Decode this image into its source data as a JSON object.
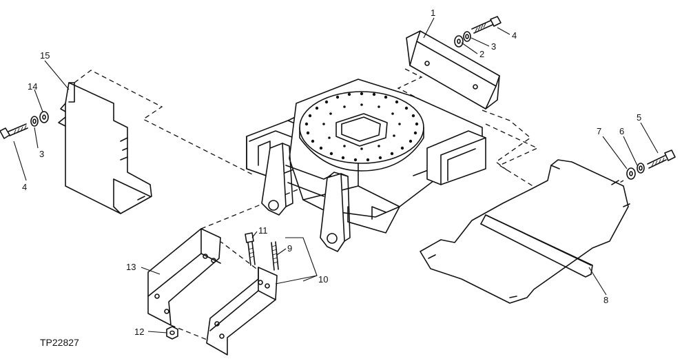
{
  "figure_id": "TP22827",
  "callouts": [
    {
      "id": "c1",
      "text": "1"
    },
    {
      "id": "c2",
      "text": "2"
    },
    {
      "id": "c3a",
      "text": "3"
    },
    {
      "id": "c4a",
      "text": "4"
    },
    {
      "id": "c5",
      "text": "5"
    },
    {
      "id": "c6",
      "text": "6"
    },
    {
      "id": "c7",
      "text": "7"
    },
    {
      "id": "c8",
      "text": "8"
    },
    {
      "id": "c9",
      "text": "9"
    },
    {
      "id": "c10",
      "text": "10"
    },
    {
      "id": "c11",
      "text": "11"
    },
    {
      "id": "c12",
      "text": "12"
    },
    {
      "id": "c13",
      "text": "13"
    },
    {
      "id": "c14",
      "text": "14"
    },
    {
      "id": "c15",
      "text": "15"
    },
    {
      "id": "c3b",
      "text": "3"
    },
    {
      "id": "c4b",
      "text": "4"
    }
  ]
}
